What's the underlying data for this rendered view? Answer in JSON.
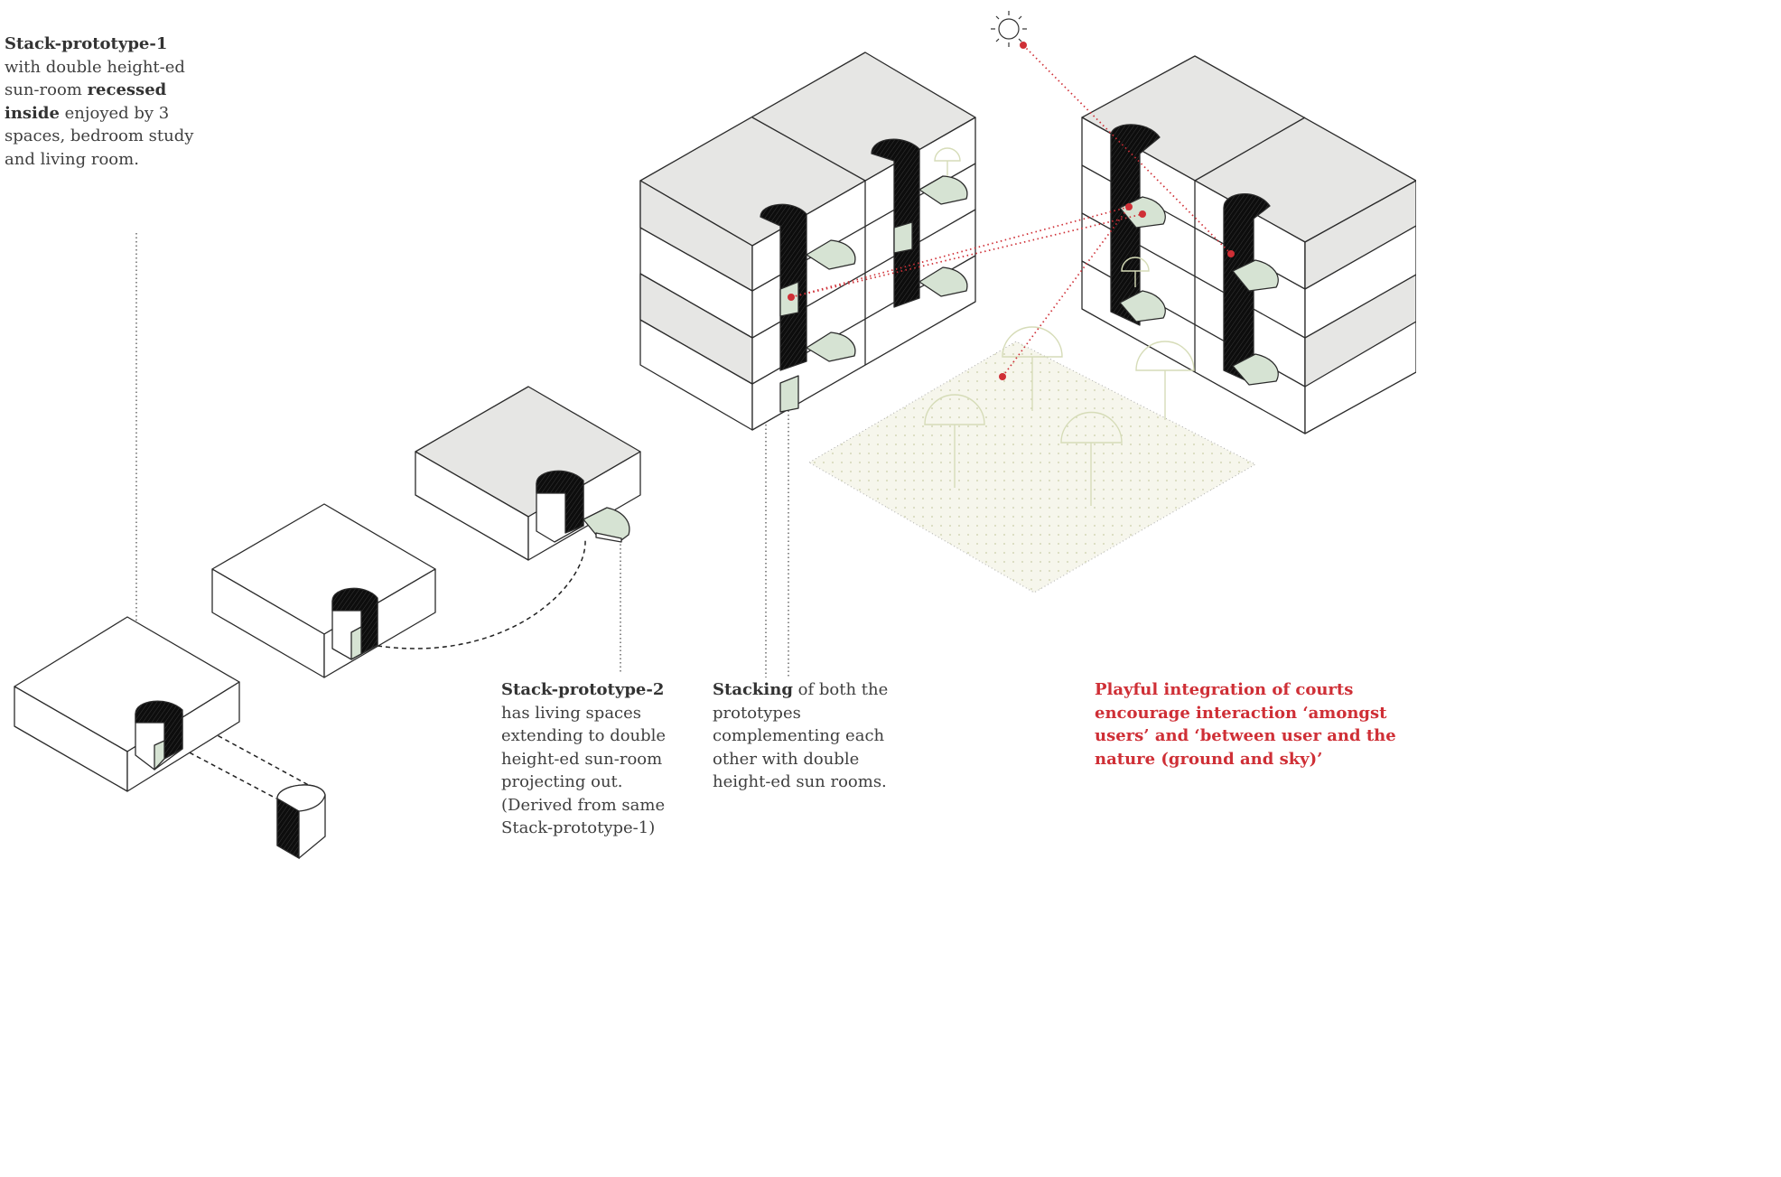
{
  "note1": {
    "p1": "Stack-prototype-1",
    "p2": " with double height-ed sun-room ",
    "p3": "recessed inside",
    "p4": " enjoyed by 3 spaces, bedroom study and living room."
  },
  "note2": {
    "p1": "Stack-prototype-2",
    "p2": " has living spaces extending to double height-ed sun-room projecting out. (Derived from same Stack-prototype-1)"
  },
  "note3": {
    "p1": "Stacking",
    "p2": " of both the prototypes complementing each other with double height-ed sun rooms."
  },
  "note4": {
    "text": "Playful integration of courts encourage interaction ‘amongst users’ and ‘between user and the nature (ground and sky)’"
  },
  "colors": {
    "accent": "#cf2f36",
    "roof": "#e6e6e4",
    "sunroom_floor": "#d6e3d3",
    "court": "#f4f4e8",
    "court_dots": "#d9dcc0",
    "tree": "#d6dcb8",
    "outline": "#2b2b2b"
  },
  "icons": [
    "sun-icon",
    "tree-icon"
  ]
}
